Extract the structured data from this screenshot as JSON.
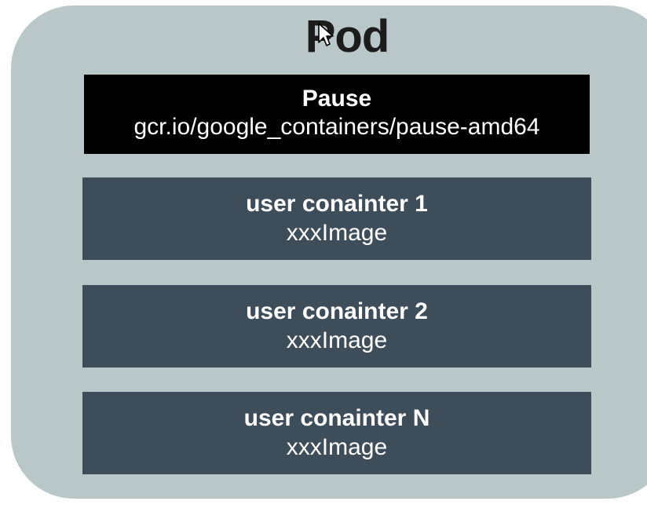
{
  "pod": {
    "title": "Pod"
  },
  "pause": {
    "title": "Pause",
    "image": "gcr.io/google_containers/pause-amd64"
  },
  "containers": [
    {
      "title": "user conainter 1",
      "image": "xxxImage"
    },
    {
      "title": "user conainter 2",
      "image": "xxxImage"
    },
    {
      "title": "user conainter N",
      "image": "xxxImage"
    }
  ],
  "colors": {
    "pod_background": "#b9c7c8",
    "pause_background": "#000000",
    "container_background": "#3e4d5a",
    "text": "#ffffff"
  }
}
